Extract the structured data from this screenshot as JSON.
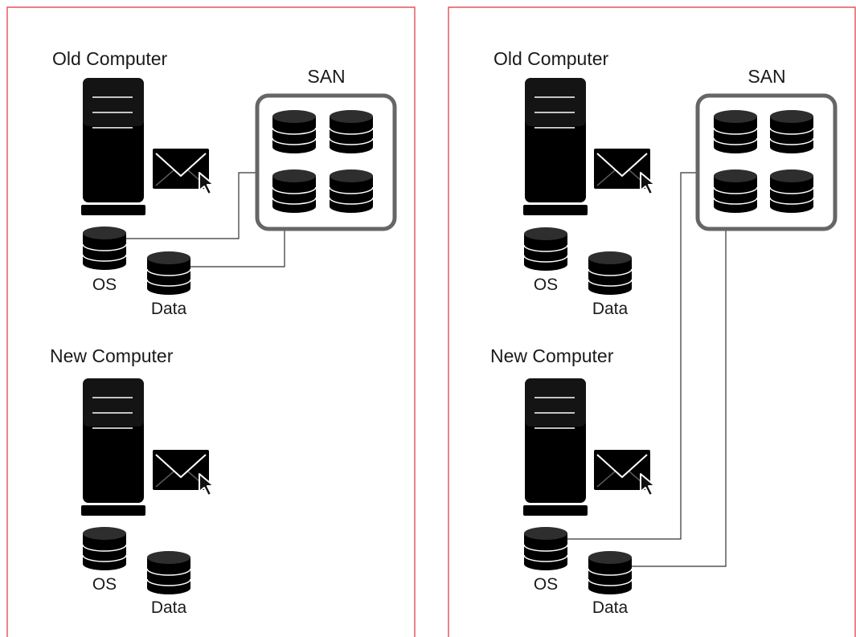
{
  "panels": [
    {
      "old_computer": {
        "title": "Old Computer",
        "os_label": "OS",
        "data_label": "Data"
      },
      "new_computer": {
        "title": "New Computer",
        "os_label": "OS",
        "data_label": "Data"
      },
      "san": {
        "title": "SAN"
      }
    },
    {
      "old_computer": {
        "title": "Old Computer",
        "os_label": "OS",
        "data_label": "Data"
      },
      "new_computer": {
        "title": "New Computer",
        "os_label": "OS",
        "data_label": "Data"
      },
      "san": {
        "title": "SAN"
      }
    }
  ],
  "icons": {
    "computer": "tower-computer-icon",
    "mail": "mail-icon",
    "cursor": "cursor-pointer-icon",
    "disk": "database-disk-icon",
    "san": "storage-array-icon"
  },
  "colors": {
    "frame": "#e0313f",
    "old_computer": "#c41e2a",
    "new_computer": "#3a3a44",
    "san_border": "#666666",
    "connector": "#333333"
  }
}
